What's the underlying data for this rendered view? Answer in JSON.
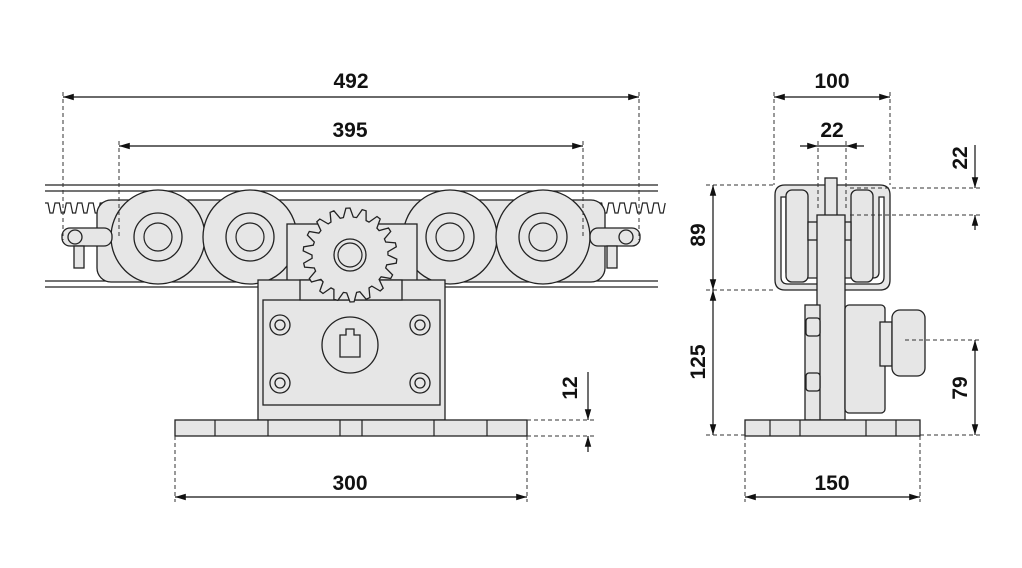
{
  "front_view": {
    "dim_total_length": "492",
    "dim_wheel_span": "395",
    "dim_base_length": "300",
    "dim_base_thickness": "12"
  },
  "side_view": {
    "dim_rail_width": "100",
    "dim_slot_width": "22",
    "dim_slot_depth": "22",
    "dim_rail_height": "89",
    "dim_drive_height": "125",
    "dim_motor_axis": "79",
    "dim_base_width": "150"
  },
  "colors": {
    "fill": "#e6e6e6",
    "line": "#222222"
  }
}
